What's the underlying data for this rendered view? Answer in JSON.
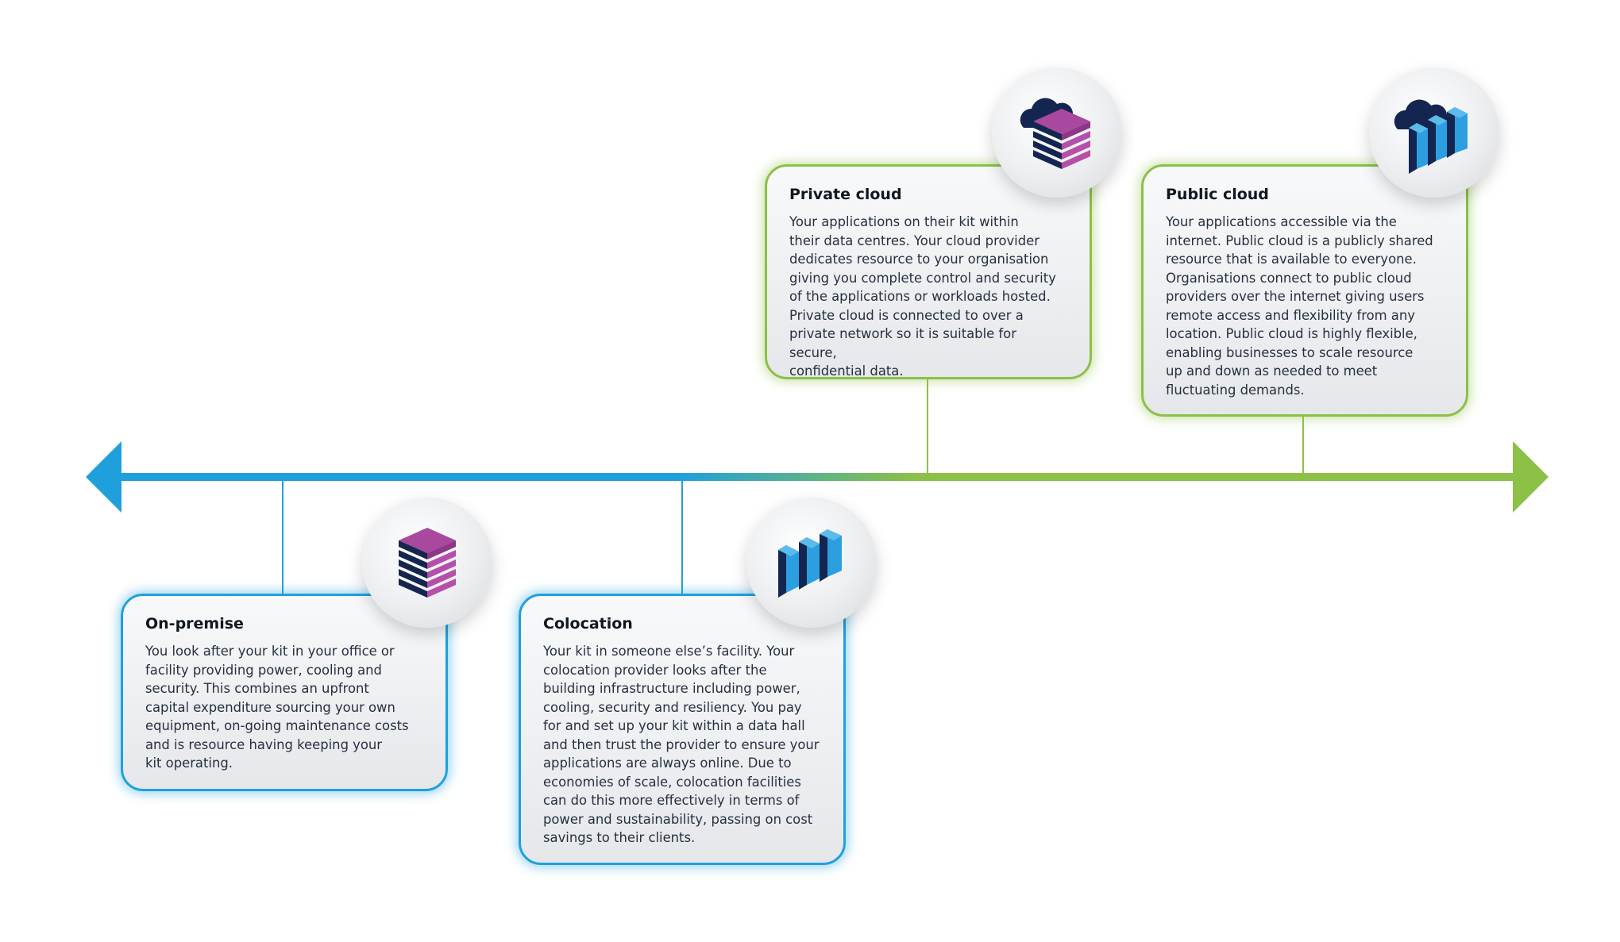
{
  "colors": {
    "blue": "#1fa0dc",
    "green": "#8cc047",
    "navy": "#142650",
    "magenta": "#9b3b93",
    "light_blue": "#2b9fe0"
  },
  "cards": [
    {
      "title": "On-premise",
      "text": "You look after your kit in your office or\nfacility providing power, cooling and\nsecurity. This combines an upfront\ncapital expenditure sourcing your own\nequipment, on-going maintenance costs\nand is resource having keeping your\nkit operating.",
      "icon": "server-stack-icon"
    },
    {
      "title": "Colocation",
      "text": "Your kit in someone else’s facility. Your\ncolocation provider looks after the\nbuilding infrastructure including power,\ncooling, security and resiliency. You pay\nfor and set up your kit within a data hall\nand then trust the provider to ensure your\napplications are always online. Due to\neconomies of scale, colocation facilities\ncan do this more effectively in terms of\npower and sustainability, passing on cost\nsavings to their clients.",
      "icon": "server-racks-icon"
    },
    {
      "title": "Private cloud",
      "text": "Your applications on their kit within\ntheir data centres. Your cloud provider\ndedicates resource to your organisation\ngiving you complete control and security\nof the applications or workloads hosted.\nPrivate cloud is connected to over a\nprivate network so it is suitable for secure,\nconfidential data.",
      "icon": "cloud-server-stack-icon"
    },
    {
      "title": "Public cloud",
      "text": "Your applications accessible via the\ninternet. Public cloud is a publicly shared\nresource that is available to everyone.\nOrganisations connect to public cloud\nproviders over the internet giving users\nremote access and flexibility from any\nlocation. Public cloud is highly flexible,\nenabling businesses to scale resource\nup and down as needed to meet\nfluctuating demands.",
      "icon": "cloud-server-racks-icon"
    }
  ]
}
